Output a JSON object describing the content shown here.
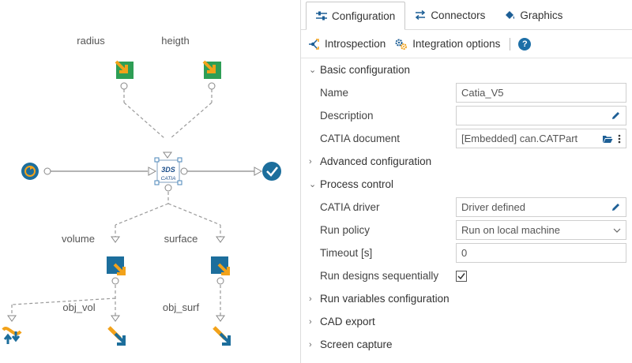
{
  "canvas": {
    "inputs": [
      {
        "label": "radius"
      },
      {
        "label": "heigth"
      }
    ],
    "outputs": [
      {
        "label": "volume"
      },
      {
        "label": "surface"
      }
    ],
    "objectives": [
      {
        "label": "obj_vol"
      },
      {
        "label": "obj_surf"
      }
    ],
    "component": {
      "logo": "CATIA",
      "mark": "3DS"
    }
  },
  "tabs": [
    {
      "label": "Configuration",
      "icon": "sliders-icon",
      "active": true
    },
    {
      "label": "Connectors",
      "icon": "arrows-icon",
      "active": false
    },
    {
      "label": "Graphics",
      "icon": "paint-bucket-icon",
      "active": false
    }
  ],
  "toolbar": {
    "introspection": "Introspection",
    "integration": "Integration options",
    "help": "?"
  },
  "sections": {
    "basic": "Basic configuration",
    "advanced": "Advanced configuration",
    "process": "Process control",
    "runvars": "Run variables configuration",
    "cad": "CAD export",
    "screen": "Screen capture"
  },
  "basic": {
    "name_label": "Name",
    "name_value": "Catia_V5",
    "desc_label": "Description",
    "desc_value": "",
    "doc_label": "CATIA document",
    "doc_value": "[Embedded] can.CATPart"
  },
  "process": {
    "driver_label": "CATIA driver",
    "driver_value": "Driver defined",
    "policy_label": "Run policy",
    "policy_value": "Run on local machine",
    "timeout_label": "Timeout [s]",
    "timeout_value": "0",
    "seq_label": "Run designs sequentially",
    "seq_checked": true
  },
  "colors": {
    "green": "#2e9e55",
    "orange": "#f2a21a",
    "blue": "#1c6e9c",
    "accent": "#1d6fa7"
  }
}
